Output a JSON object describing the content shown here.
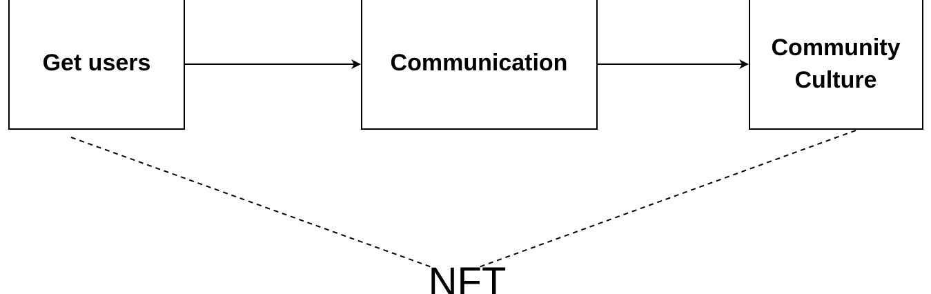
{
  "diagram": {
    "nodes": [
      {
        "id": "get-users",
        "label": "Get users"
      },
      {
        "id": "communication",
        "label": "Communication"
      },
      {
        "id": "community-culture",
        "label_line1": "Community",
        "label_line2": "Culture"
      }
    ],
    "bottom_label": "NFT",
    "colors": {
      "stroke": "#000000",
      "fill": "#ffffff",
      "text": "#000000"
    }
  }
}
